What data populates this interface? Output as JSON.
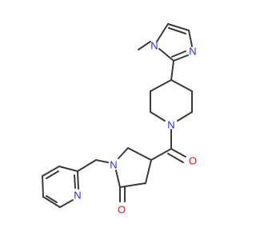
{
  "molecule": {
    "colors": {
      "carbon_bond": "#3a3a3a",
      "nitrogen": "#2c2ce0",
      "oxygen": "#e01818",
      "background": "#ffffff"
    },
    "atoms": {
      "imidazole_n_methyl": "N",
      "imidazole_n_ring": "N",
      "piperidine_n": "N",
      "carbonyl_o": "O",
      "pyrrolidinone_n": "N",
      "lactam_o": "O",
      "pyridine_n": "N"
    }
  }
}
